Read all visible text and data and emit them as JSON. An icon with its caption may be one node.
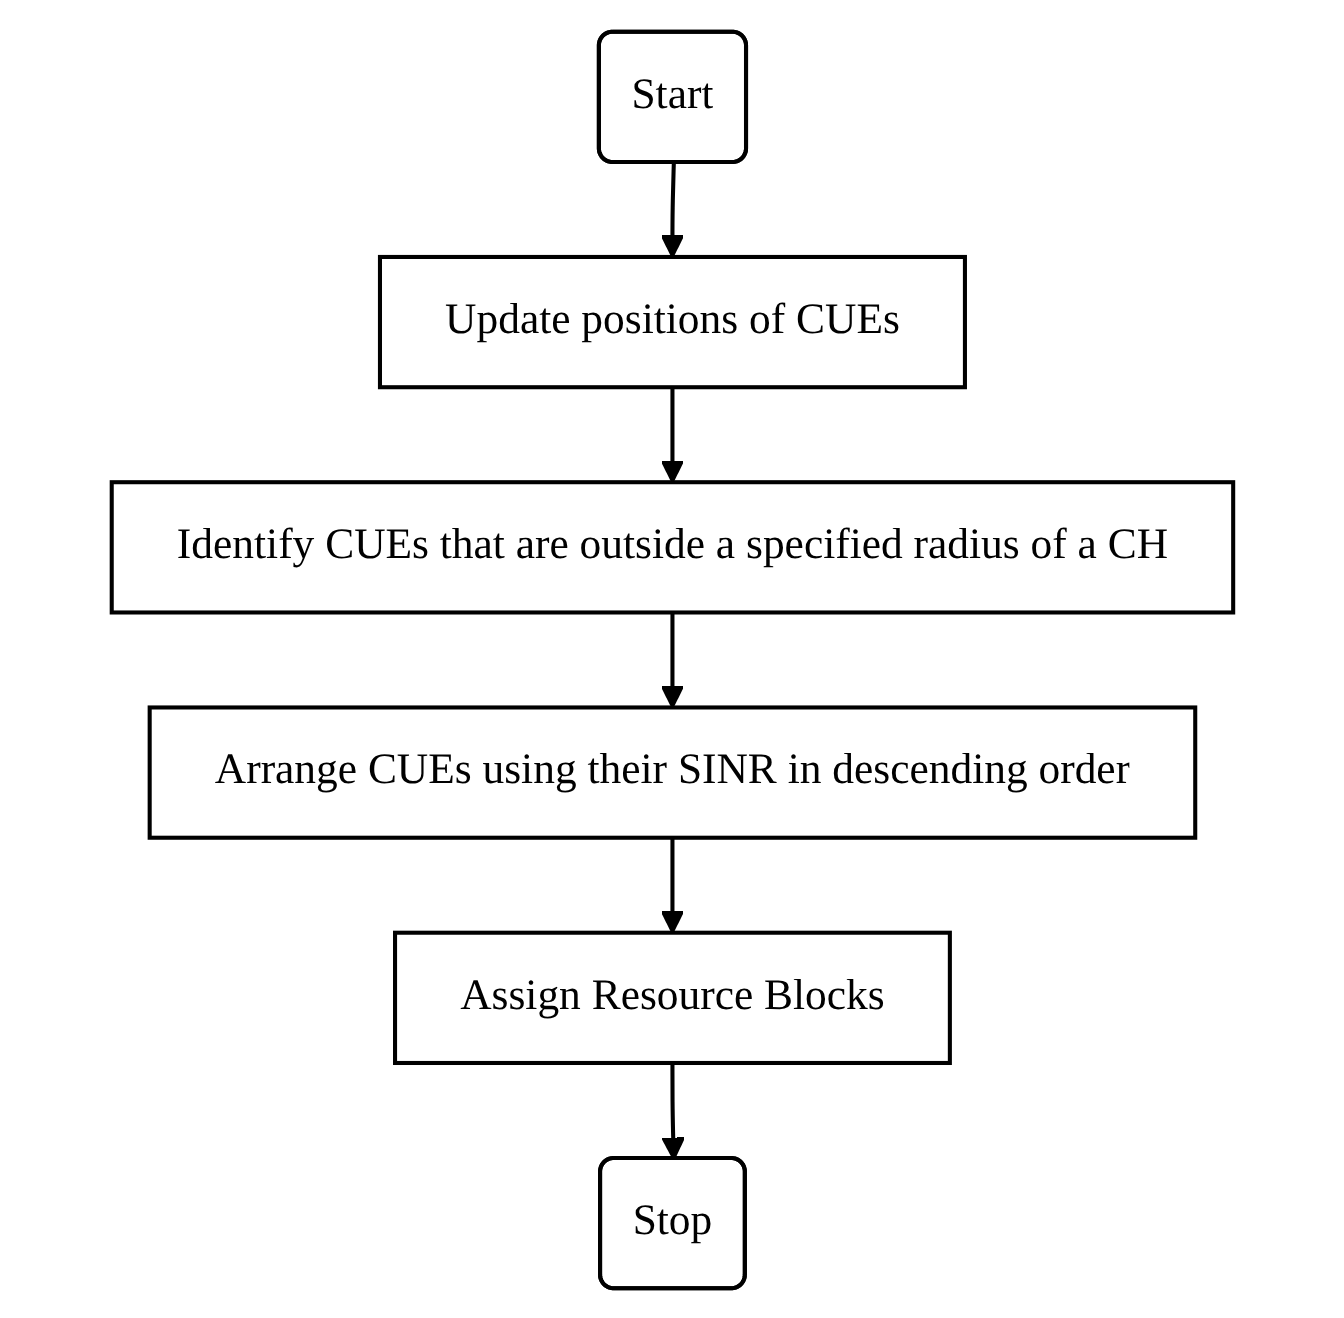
{
  "diagram": {
    "nodes": [
      {
        "text": [
          "Start"
        ]
      },
      {
        "text": [
          "Update positions of CUEs"
        ]
      },
      {
        "text": [
          "Identify CUEs that are outside a specified radius of a CH"
        ]
      },
      {
        "text": [
          "Arrange CUEs using their SINR in descending order"
        ]
      },
      {
        "text": [
          "Assign Resource Blocks"
        ]
      },
      {
        "text": [
          "Stop"
        ]
      }
    ],
    "edges": [
      {
        "from": 0,
        "to": 1,
        "arrow": "to"
      },
      {
        "from": 1,
        "to": 2,
        "arrow": "to"
      },
      {
        "from": 2,
        "to": 3,
        "arrow": "to"
      },
      {
        "from": 3,
        "to": 4,
        "arrow": "to"
      },
      {
        "from": 4,
        "to": 5,
        "arrow": "to"
      }
    ]
  }
}
